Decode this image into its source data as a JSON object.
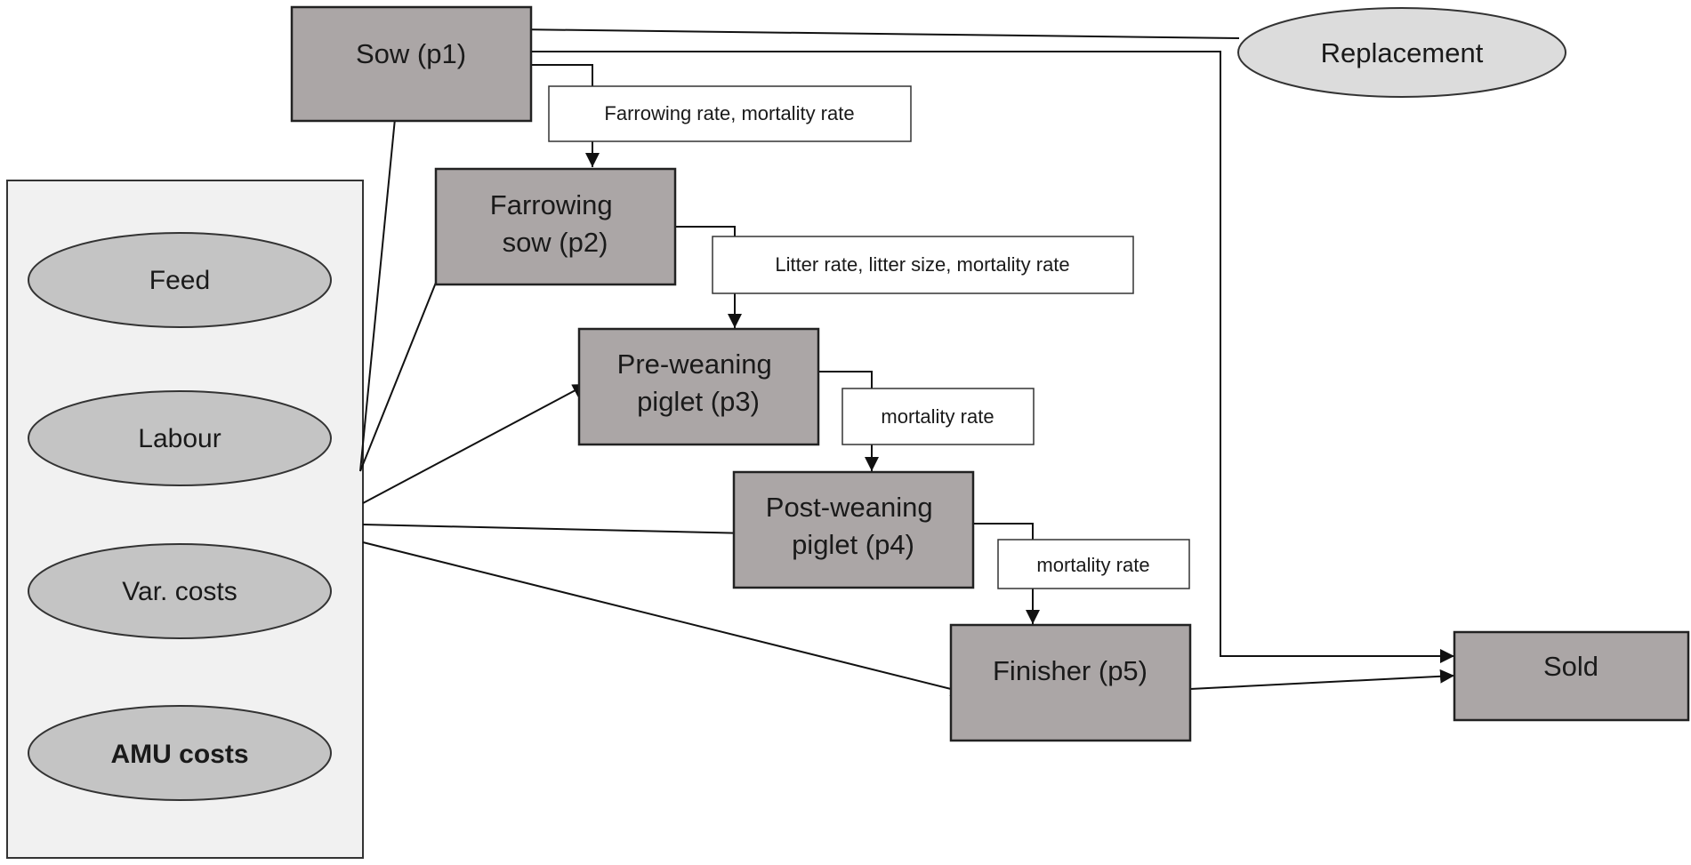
{
  "colors": {
    "stage_box": "#aba6a6",
    "input_panel": "#f1f1f1",
    "input_ellipse": "#c4c4c4",
    "replacement_ellipse": "#dcdcdc",
    "rate_box": "#ffffff",
    "line": "#111111"
  },
  "stages": {
    "sow": "Sow (p1)",
    "farrowing_sow": [
      "Farrowing",
      "sow (p2)"
    ],
    "pre_weaning": [
      "Pre-weaning",
      "piglet (p3)"
    ],
    "post_weaning": [
      "Post-weaning",
      "piglet (p4)"
    ],
    "finisher": "Finisher (p5)",
    "sold": "Sold"
  },
  "replacement": "Replacement",
  "rates": {
    "r1": "Farrowing rate, mortality rate",
    "r2": "Litter rate,  litter size, mortality rate",
    "r3": "mortality rate",
    "r4": "mortality rate"
  },
  "inputs": {
    "feed": "Feed",
    "labour": "Labour",
    "var_costs": "Var. costs",
    "amu_costs": "AMU costs"
  }
}
